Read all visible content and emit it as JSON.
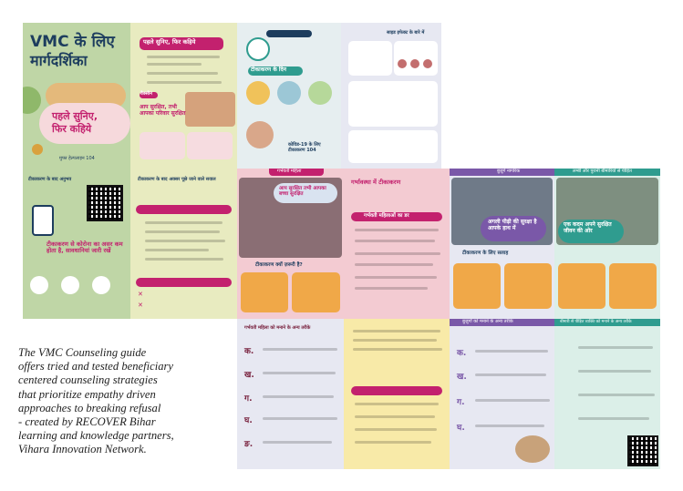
{
  "brochure": {
    "cover_title_line1": "VMC के लिए",
    "cover_title_line2": "मार्गदर्शिका",
    "cover_slogan_line1": "पहले सुनिए,",
    "cover_slogan_line2": "फिर कहिये",
    "cover_footer": "मुफ्त हेल्पलाइन 104",
    "panel2_heading": "पहले सुनिए, फिर कहिये",
    "panel2_subheading": "आप सुरक्षित, तभी आपका परिवार सुरक्षित",
    "panel2_badge": "वैक्सीन",
    "panel3_heading": "टीकाकरण के दिन",
    "panel3_small": "कोविड-19 के लिए टीकाकरण 104",
    "panel4_heading": "साइड इफेक्ट के बारे में",
    "panel5_heading": "टीकाकरण के बाद अनुभव",
    "panel5_text": "टीकाकरण से कोरोना का असर कम होता है, सावधानियां जारी रखें",
    "panel6_heading": "टीकाकरण के बाद अक्सर पूछे जाने वाले सवाल",
    "panel7_tag": "गर्भवती महिला",
    "panel7_bubble": "आप सुरक्षित तभी आपका बच्चा सुरक्षित",
    "panel7_box_heading": "टीकाकरण क्यों ज़रूरी है?",
    "panel8_heading": "गर्भावस्था में टीकाकरण",
    "panel8_subheading": "गर्भवती महिलाओं का डर",
    "panel9_tag": "बुज़ुर्ग नागरिक",
    "panel9_bubble": "अगली पीढ़ी की सुरक्षा है आपके हाथ में",
    "panel9_box_heading": "टीकाकरण के लिए सलाह",
    "panel10_tag": "लम्बी और पुरानी बीमारियों से पीड़ित",
    "panel10_bubble": "एक कदम अपने सुरक्षित जीवन की ओर",
    "bottom1_heading": "गर्भवती महिला को मनाने के अन्य तरीके",
    "bottom2_heading": "बुज़ुर्गों को मनाने के अन्य तरीके",
    "bottom3_heading": "बीमारी से पीड़ित व्यक्ति को मनाने के अन्य तरीके",
    "letters": [
      "क.",
      "ख.",
      "ग.",
      "घ.",
      "ङ."
    ]
  },
  "caption": {
    "line1": "The VMC Counseling guide",
    "line2": "offers tried and tested beneficiary",
    "line3": "centered counseling strategies",
    "line4": "that prioritize empathy driven",
    "line5": "approaches to breaking refusal",
    "line6": "- created by RECOVER Bihar",
    "line7": "learning and knowledge partners,",
    "line8": "Vihara Innovation Network."
  },
  "colors": {
    "cover_green": "#bfd6a6",
    "panel_yellow": "#e8ebc0",
    "panel_pink": "#f3cbd2",
    "magenta": "#c3216e",
    "purple_strip": "#7a58a8",
    "teal_strip": "#2f9c8f",
    "light_blue": "#e7e8f2",
    "light_teal": "#dbefe8",
    "orange": "#f0a848"
  }
}
